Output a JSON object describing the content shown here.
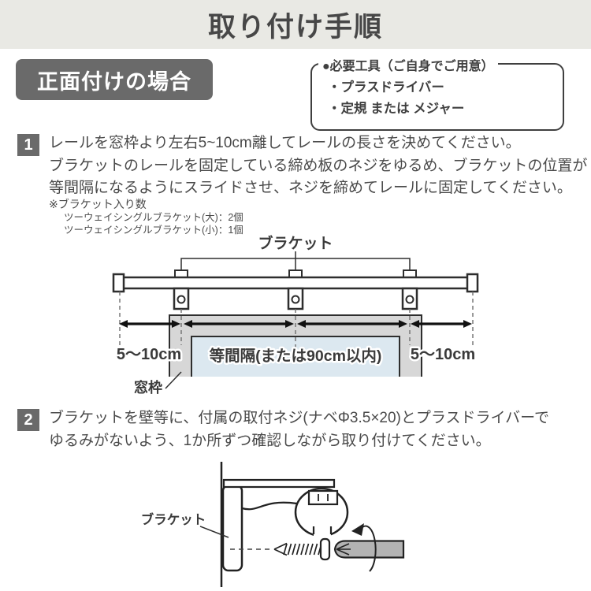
{
  "header": {
    "title": "取り付け手順"
  },
  "section": {
    "badge": "正面付けの場合"
  },
  "tools": {
    "title": "●必要工具（ご自身でご用意）",
    "items": [
      "・プラスドライバー",
      "・定規 または メジャー"
    ]
  },
  "step1": {
    "number": "1",
    "lines": [
      "レールを窓枠より左右5~10cm離してレールの長さを決めてください。",
      "ブラケットのレールを固定している締め板のネジをゆるめ、ブラケットの位置が",
      "等間隔になるようにスライドさせ、ネジを締めてレールに固定してください。"
    ],
    "note_title": "※ブラケット入り数",
    "note_lines": [
      "ツーウェイシングルブラケット(大)：2個",
      "ツーウェイシングルブラケット(小)：1個"
    ]
  },
  "step2": {
    "number": "2",
    "lines": [
      "ブラケットを壁等に、付属の取付ネジ(ナベΦ3.5×20)とプラスドライバーで",
      "ゆるみがないよう、1か所ずつ確認しながら取り付けてください。"
    ]
  },
  "diagram1": {
    "bracket_label": "ブラケット",
    "measure_left": "5～10cm",
    "measure_center": "等間隔(または90cm以内)",
    "measure_right": "5～10cm",
    "window_label": "窓枠"
  },
  "diagram2": {
    "bracket_label": "ブラケット"
  },
  "colors": {
    "header_band": "#e9e9e4",
    "badge_dark": "#6a6a6a",
    "body_text": "#4a4a4a",
    "line": "#2e2e2e",
    "window_frame": "#d7d7d7",
    "window_glass": "#dce8f0",
    "screwdriver": "#b3b3b3"
  }
}
